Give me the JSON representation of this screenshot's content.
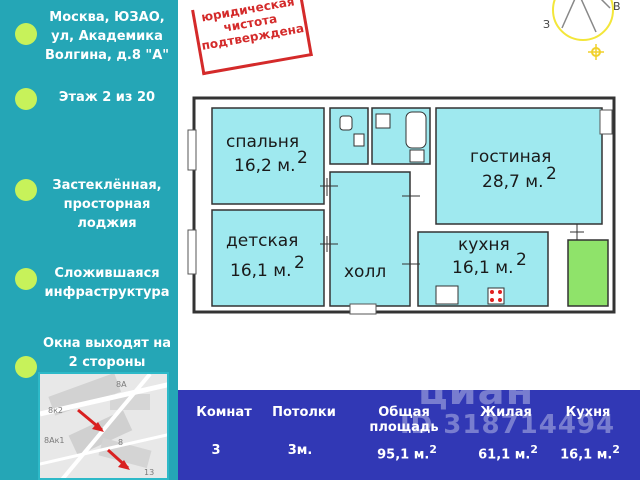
{
  "sidebar": {
    "address": "Москва, ЮЗАО, ул, Академика Волгина, д.8 \"А\"",
    "floor": "Этаж 2 из 20",
    "loggia": "Застеклённая, просторная лоджия",
    "infrastructure": "Сложившаяся инфраструктура",
    "windows": "Окна выходят на 2 стороны"
  },
  "minimap": {
    "labels": [
      "8А",
      "8к2",
      "8Ак1",
      "8",
      "13"
    ]
  },
  "stamp": {
    "text": "юридическая чистота подтверждена"
  },
  "compass": {
    "letters": [
      "З",
      "В"
    ]
  },
  "plan": {
    "rooms": [
      {
        "name": "спальня",
        "area": "16,2 м.",
        "sup": "2"
      },
      {
        "name": "детская",
        "area": "16,1 м.",
        "sup": "2"
      },
      {
        "name": "холл",
        "area": "",
        "sup": ""
      },
      {
        "name": "гостиная",
        "area": "28,7 м.",
        "sup": "2"
      },
      {
        "name": "кухня",
        "area": "16,1 м.",
        "sup": "2"
      }
    ]
  },
  "summary": {
    "headers": [
      "Комнат",
      "Потолки",
      "Общая площадь",
      "Жилая",
      "Кухня"
    ],
    "values": [
      "3",
      "3м.",
      "95,1 м.",
      "61,1 м.",
      "16,1 м."
    ],
    "sups": [
      "",
      "",
      "2",
      "2",
      "2"
    ]
  },
  "watermark": {
    "brand": "циан",
    "id": "ID 318714494"
  },
  "colors": {
    "sidebar": "#25a6b6",
    "bullet": "#c7f25a",
    "room_fill": "#9fe9ef",
    "bottom_bar": "#3138b5",
    "stamp": "#d42a2a",
    "loggia": "#8fe36a"
  }
}
